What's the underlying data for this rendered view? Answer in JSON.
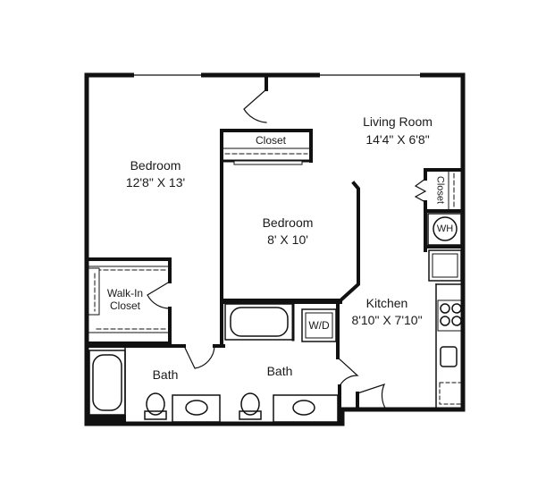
{
  "rooms": {
    "living": {
      "name": "Living Room",
      "dims": "14'4\" X 6'8\""
    },
    "bedroom1": {
      "name": "Bedroom",
      "dims": "12'8\" X 13'"
    },
    "bedroom2": {
      "name": "Bedroom",
      "dims": "8' X 10'"
    },
    "kitchen": {
      "name": "Kitchen",
      "dims": "8'10\" X 7'10\""
    },
    "bath1": {
      "name": "Bath"
    },
    "bath2": {
      "name": "Bath"
    }
  },
  "fixtures": {
    "closet_top": "Closet",
    "closet_side": "Closet",
    "walkin_line1": "Walk-In",
    "walkin_line2": "Closet",
    "water_heater": "WH",
    "washer_dryer": "W/D"
  }
}
